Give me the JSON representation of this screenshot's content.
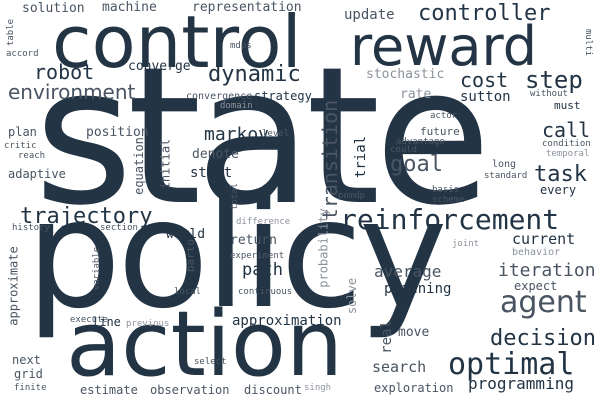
{
  "palette": {
    "background": "#ffffff",
    "dark": "#233445",
    "mid": "#4a5563",
    "light": "#8c939b",
    "lighter": "#a9aeb4"
  },
  "words": [
    "state",
    "policy",
    "action",
    "control",
    "reward",
    "reinforcement",
    "agent",
    "optimal",
    "robot",
    "dynamic",
    "environment",
    "cost",
    "step",
    "controller",
    "update",
    "trajectory",
    "decision",
    "task",
    "goal",
    "programming",
    "iteration",
    "approximation",
    "transition",
    "search",
    "average",
    "planning",
    "markov",
    "path",
    "call",
    "current",
    "solution",
    "machine",
    "representation",
    "converge",
    "stochastic",
    "rate",
    "sutton",
    "must",
    "strategy",
    "convergence",
    "position",
    "equation",
    "initial",
    "denote",
    "start",
    "trial",
    "real",
    "move",
    "solve",
    "return",
    "world",
    "barto",
    "probability",
    "expect",
    "behavior",
    "every",
    "long",
    "standard",
    "contin",
    "discount",
    "exploration",
    "observation",
    "estimate",
    "next",
    "grid",
    "finite",
    "history",
    "plan",
    "critic",
    "reach",
    "adaptive",
    "approximate",
    "execute",
    "line",
    "previous",
    "select",
    "singh",
    "local",
    "continuous",
    "experiment",
    "difference",
    "section",
    "variable",
    "level",
    "domain",
    "total",
    "pomdp",
    "scheme",
    "basis",
    "could",
    "advantage",
    "future",
    "actor",
    "condition",
    "temporal",
    "without",
    "joint",
    "multi",
    "accord",
    "table",
    "mdps"
  ]
}
